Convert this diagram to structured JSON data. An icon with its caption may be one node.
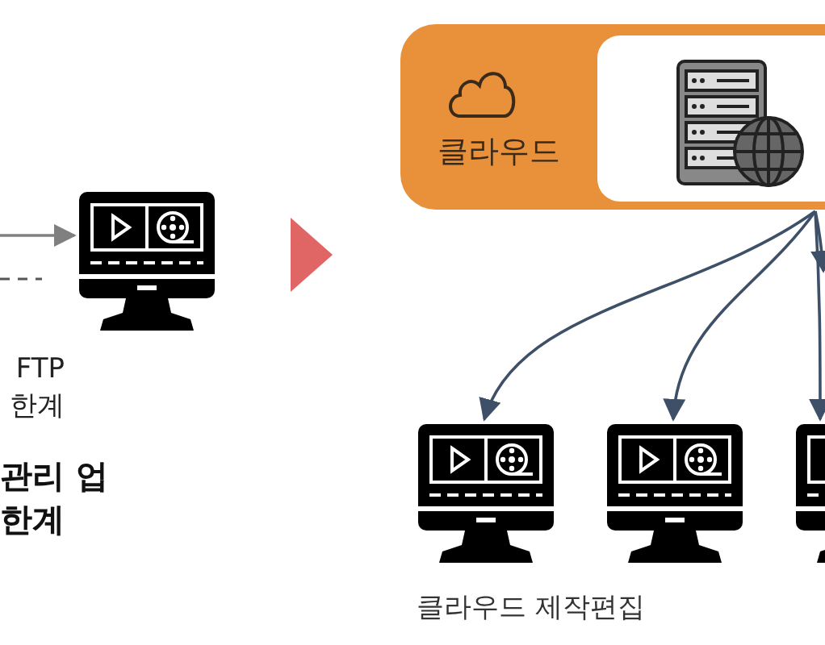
{
  "diagram": {
    "nodes": [
      {
        "text": [],
        "shape": "picture"
      },
      {
        "text": [
          "클라우드"
        ]
      },
      {
        "text": [],
        "shape": "box",
        "in": 1
      },
      {
        "text": [],
        "shape": "picture"
      },
      {
        "text": [],
        "shape": "picture"
      },
      {
        "text": [],
        "shape": "picture"
      }
    ],
    "edges": [
      {
        "from": null,
        "to": 0,
        "arrow": "to",
        "color": "#808080"
      },
      {
        "from": 2,
        "to": 3,
        "arrow": "to"
      },
      {
        "from": 2,
        "to": 4,
        "arrow": "to"
      },
      {
        "from": 2,
        "to": 5,
        "arrow": "to"
      },
      {
        "from": 2,
        "to": null,
        "arrow": "to"
      }
    ],
    "labels": [
      "FTP 한계",
      "관리 업 한계",
      "클라우드 제작편집"
    ]
  }
}
